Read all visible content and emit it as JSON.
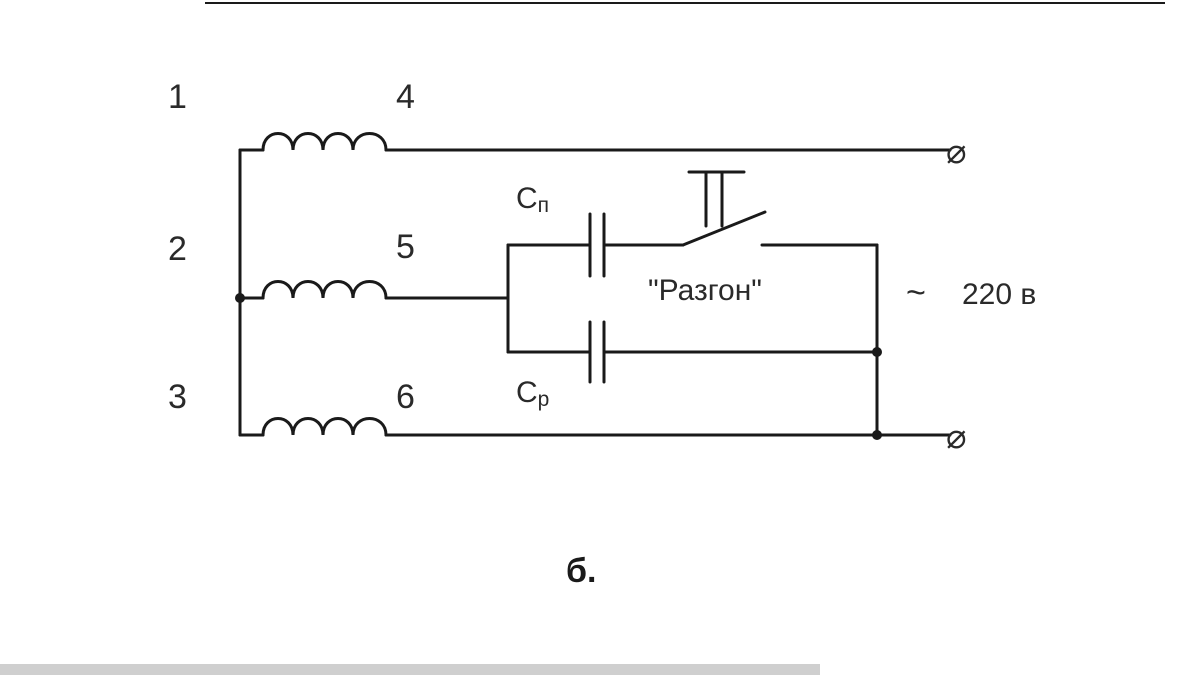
{
  "terminals": {
    "t1": "1",
    "t2": "2",
    "t3": "3",
    "t4": "4",
    "t5": "5",
    "t6": "6"
  },
  "capacitors": {
    "start": {
      "letter": "C",
      "sub": "п"
    },
    "run": {
      "letter": "C",
      "sub": "р"
    }
  },
  "switch_label": "\"Разгон\"",
  "supply": {
    "tilde": "~",
    "voltage": "220 в"
  },
  "terminal_symbol": "⌀",
  "caption": "б."
}
